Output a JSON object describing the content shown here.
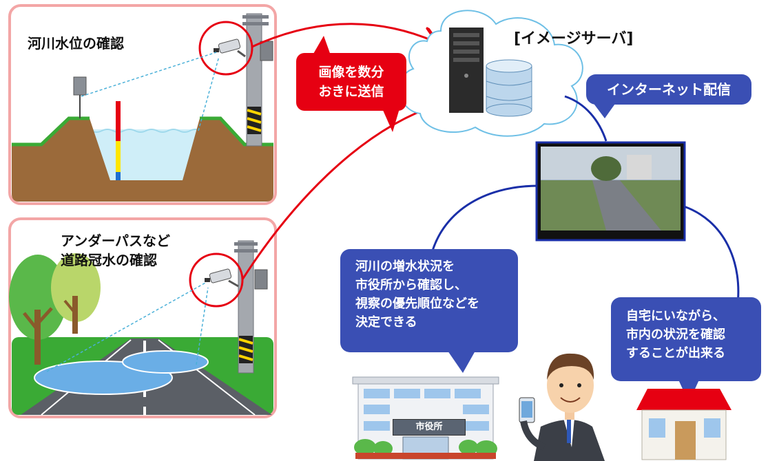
{
  "panels": {
    "river": {
      "title": "河川水位の確認"
    },
    "underpass": {
      "title_line1": "アンダーパスなど",
      "title_line2": "道路冠水の確認"
    }
  },
  "send_label": {
    "line1": "画像を数分",
    "line2": "おきに送信"
  },
  "server": {
    "title": "[イメージサーバ]"
  },
  "internet_label": "インターネット配信",
  "city_hall_box": {
    "lines": [
      "河川の増水状況を",
      "市役所から確認し、",
      "視察の優先順位などを",
      "決定できる"
    ]
  },
  "home_box": {
    "lines": [
      "自宅にいながら、",
      "市内の状況を確認",
      "することが出来る"
    ]
  },
  "city_hall_sign": "市役所",
  "colors": {
    "red": "#e60012",
    "blue": "#3a4fb4",
    "panel_border": "#f3a6a6"
  }
}
